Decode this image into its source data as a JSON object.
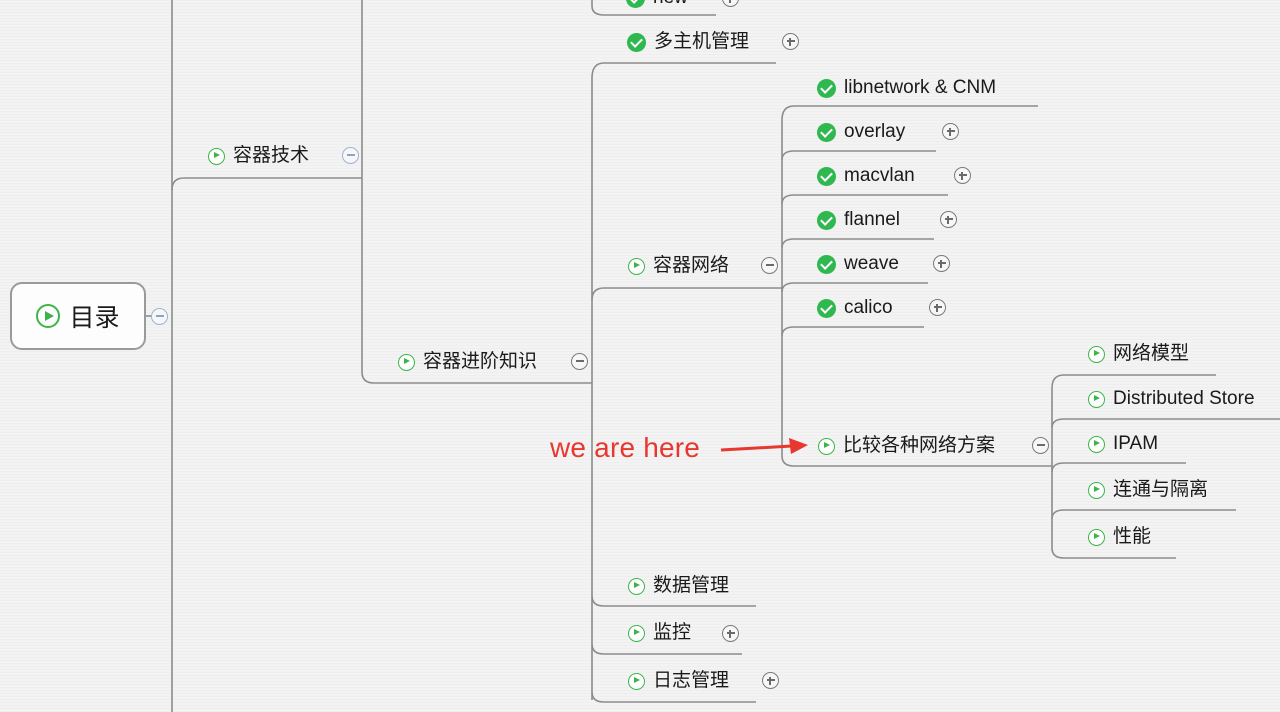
{
  "root": {
    "label": "目录"
  },
  "top_cut": {
    "label": "new"
  },
  "branch_container_tech": {
    "label": "容器技术"
  },
  "branch_advanced": {
    "label": "容器进阶知识"
  },
  "topics": {
    "multi_host": "多主机管理",
    "network": "容器网络",
    "data": "数据管理",
    "monitor": "监控",
    "logging": "日志管理"
  },
  "network_items": {
    "libnetwork": "libnetwork & CNM",
    "overlay": "overlay",
    "macvlan": "macvlan",
    "flannel": "flannel",
    "weave": "weave",
    "calico": "calico",
    "compare": "比较各种网络方案"
  },
  "compare_items": {
    "model": "网络模型",
    "store": "Distributed Store",
    "ipam": "IPAM",
    "connect": "连通与隔离",
    "perf": "性能"
  },
  "annotation": {
    "text": "we are here",
    "color": "#e8372e"
  },
  "colors": {
    "check_green": "#2fb84f",
    "play_green": "#3bb54a",
    "line_gray": "#8c8c8c"
  }
}
